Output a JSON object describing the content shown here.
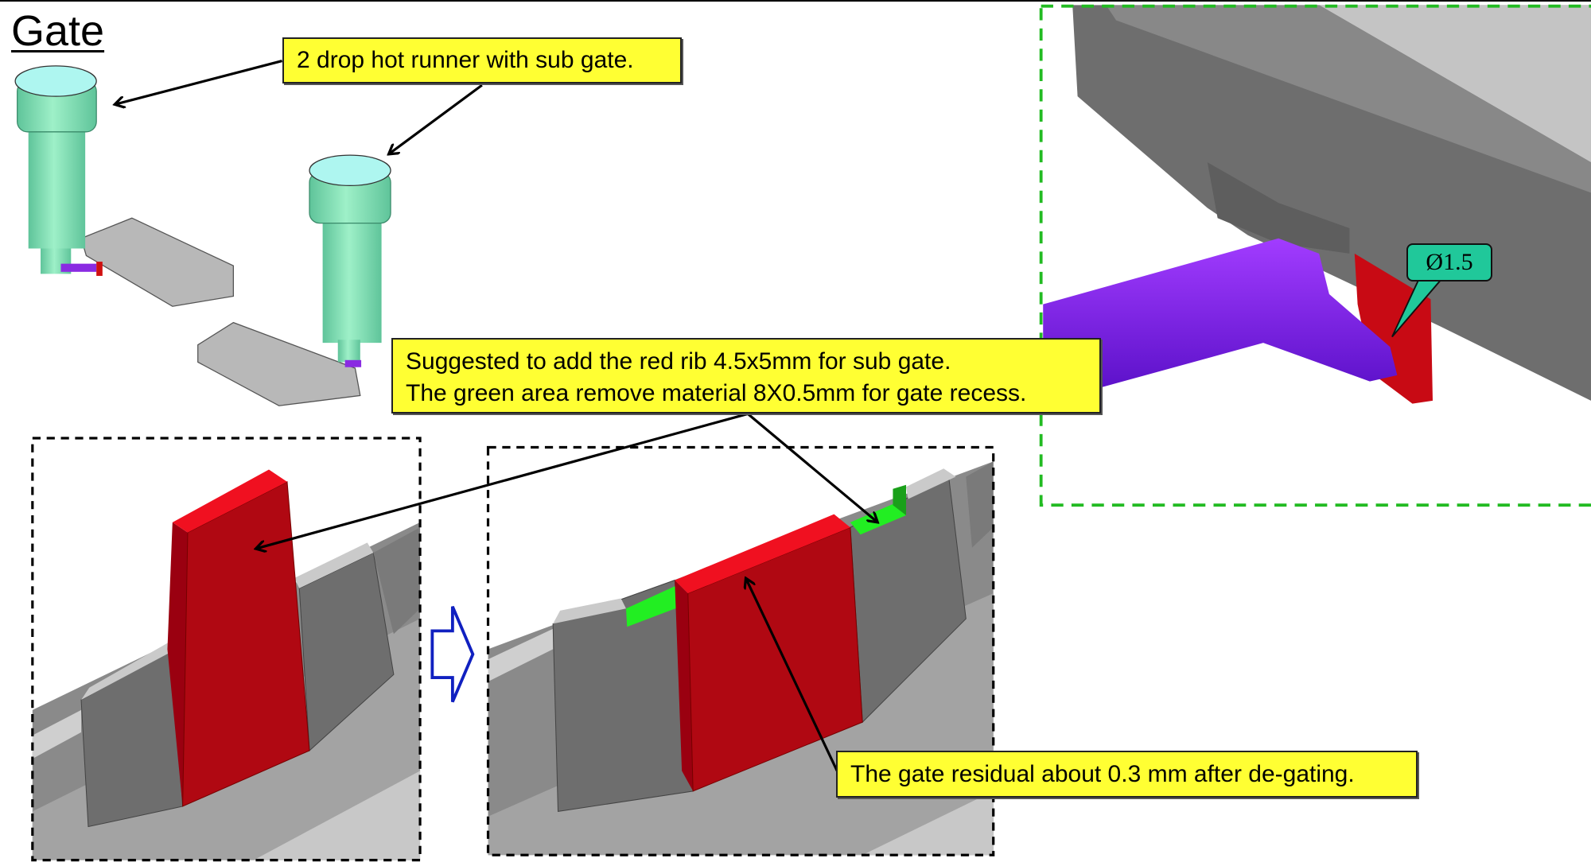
{
  "slide": {
    "title": "Gate",
    "callouts": {
      "hot_runner": "2 drop hot runner with sub gate.",
      "suggestion_line1": "Suggested to add the red rib 4.5x5mm for sub gate.",
      "suggestion_line2": "The green area remove material 8X0.5mm for gate recess.",
      "residual": "The gate residual about 0.3 mm after de-gating.",
      "diameter": "Ø1.5"
    },
    "colors": {
      "callout_fill": "#ffff33",
      "rib_red": "#b00812",
      "recess_green": "#22ee22",
      "runner_purple": "#8a2be2",
      "nozzle_green": "#7fdcb0",
      "detail_frame_green": "#22bb22",
      "arrow_blue": "#1020c0"
    }
  }
}
